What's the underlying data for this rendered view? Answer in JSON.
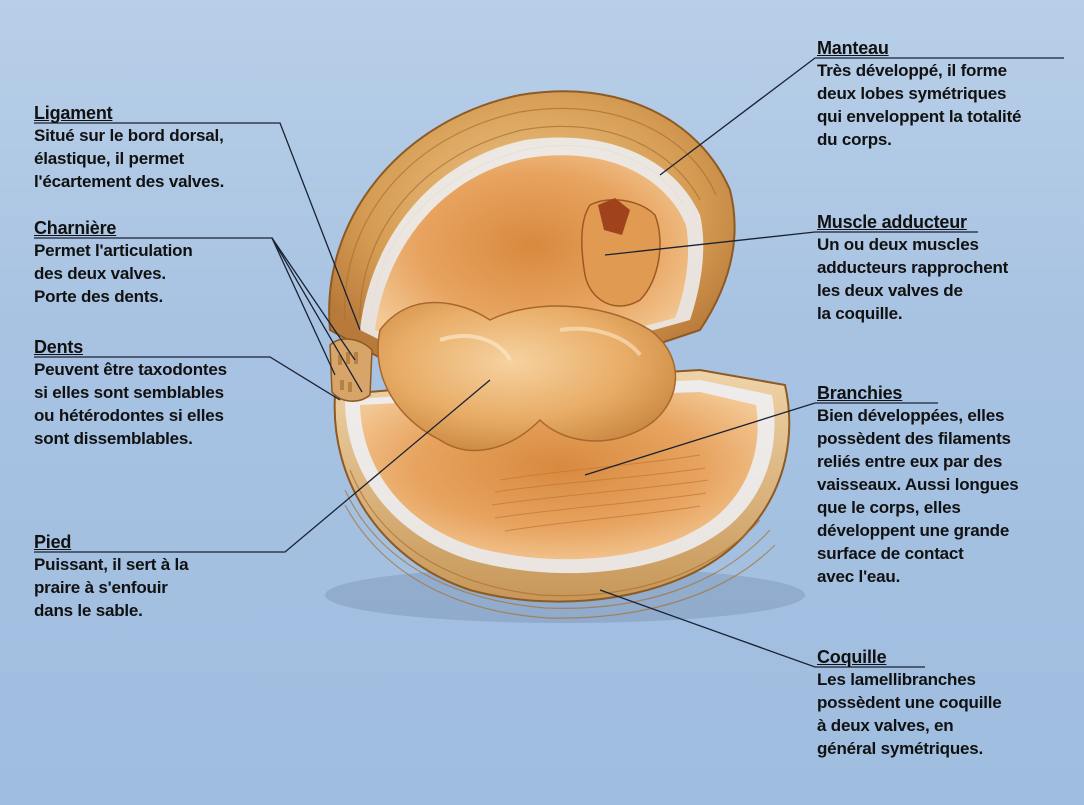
{
  "labels": [
    {
      "key": "ligament",
      "title": "Ligament",
      "lines": [
        "Situé sur le bord dorsal,",
        "élastique, il permet",
        "l'écartement des valves."
      ]
    },
    {
      "key": "charniere",
      "title": "Charnière",
      "lines": [
        "Permet l'articulation",
        "des deux valves.",
        "Porte des dents."
      ]
    },
    {
      "key": "dents",
      "title": "Dents",
      "lines": [
        "Peuvent être taxodontes",
        "si elles sont semblables",
        "ou hétérodontes si elles",
        "sont dissemblables."
      ]
    },
    {
      "key": "pied",
      "title": "Pied",
      "lines": [
        "Puissant, il sert à la",
        "praire à s'enfouir",
        "dans le sable."
      ]
    },
    {
      "key": "manteau",
      "title": "Manteau",
      "lines": [
        "Très développé, il forme",
        "deux lobes symétriques",
        "qui enveloppent la totalité",
        "du corps."
      ]
    },
    {
      "key": "muscle",
      "title": "Muscle adducteur",
      "lines": [
        "Un ou deux muscles",
        "adducteurs rapprochent",
        "les deux valves de",
        "la coquille."
      ]
    },
    {
      "key": "branchies",
      "title": "Branchies",
      "lines": [
        "Bien développées, elles",
        "possèdent des filaments",
        "reliés entre eux par des",
        "vaisseaux. Aussi longues",
        "que le corps, elles",
        "développent une grande",
        "surface de contact",
        "avec l'eau."
      ]
    },
    {
      "key": "coquille",
      "title": "Coquille",
      "lines": [
        "Les lamellibranches",
        "possèdent une coquille",
        "à deux valves, en",
        "général symétriques."
      ]
    }
  ],
  "colors": {
    "background": "#a8c3e2",
    "shell_outer": "#d9a55a",
    "flesh": "#e8a35c",
    "leader_line": "#1a2233"
  }
}
